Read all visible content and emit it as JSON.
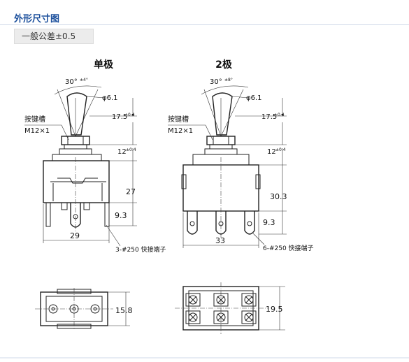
{
  "header": {
    "title": "外形尺寸图",
    "tolerance": "一般公差±0.5"
  },
  "single_pole": {
    "title": "单极",
    "angle": "30°",
    "angle_tol": "±4°",
    "tip_dia": "φ6.1",
    "groove": "按键槽",
    "thread": "M12×1",
    "dim_lever": "17.5",
    "dim_lever_tol": "±0.4",
    "dim_bushing": "12",
    "dim_bushing_tol": "±0.4",
    "dim_body": "27",
    "dim_term": "9.3",
    "dim_width": "29",
    "terminal_note": "3-#250 快接端子",
    "dim_bottom": "15.8"
  },
  "double_pole": {
    "title": "2极",
    "angle": "30°",
    "angle_tol": "±8°",
    "tip_dia": "φ6.1",
    "groove": "按键槽",
    "thread": "M12×1",
    "dim_lever": "17.5",
    "dim_lever_tol": "±0.4",
    "dim_bushing": "12",
    "dim_bushing_tol": "±0.4",
    "dim_body": "30.3",
    "dim_term": "9.3",
    "dim_width": "33",
    "terminal_note": "6-#250 快接端子",
    "dim_bottom": "19.5"
  }
}
